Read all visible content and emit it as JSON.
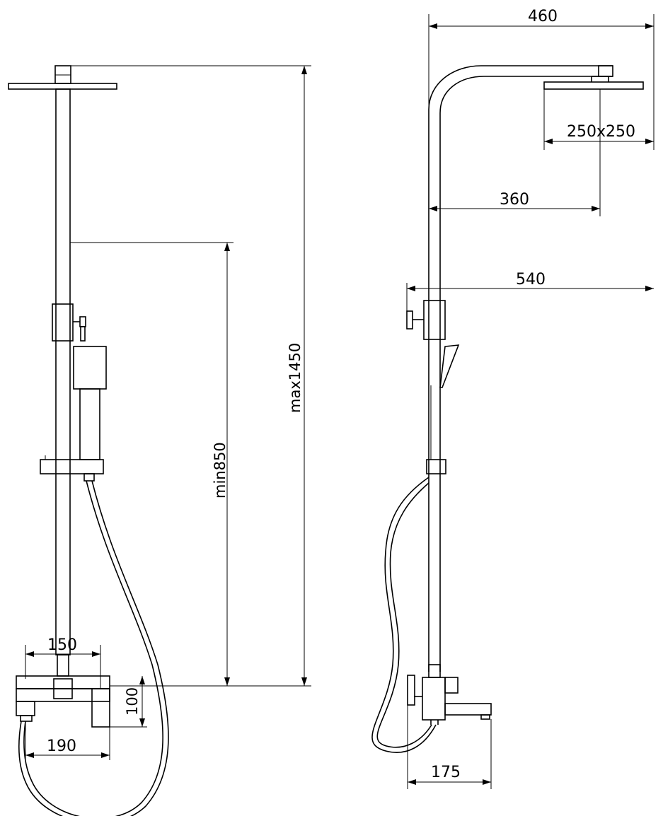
{
  "dimensions": {
    "max_height": "max1450",
    "min_height": "min850",
    "mixer_width_front": "150",
    "mixer_height": "100",
    "spout_width_front": "190",
    "total_reach": "460",
    "head_size": "250x250",
    "arm_reach": "360",
    "overall_depth": "540",
    "spout_projection": "175"
  }
}
